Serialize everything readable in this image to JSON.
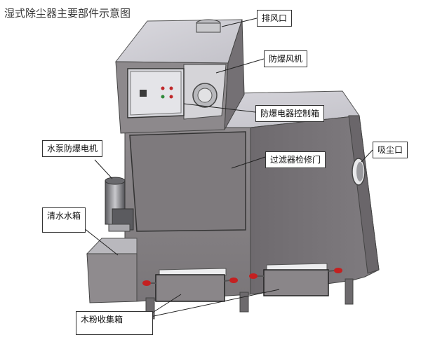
{
  "title": "湿式除尘器主要部件示意图",
  "labels": {
    "exhaust_outlet": "排风口",
    "fan": "防爆风机",
    "control_box": "防爆电器控制箱",
    "pump_motor": "水泵防爆电机",
    "filter_door": "过滤器检修门",
    "dust_inlet": "吸尘口",
    "water_tank": "清水水箱",
    "sawdust_box": "木粉收集箱"
  }
}
